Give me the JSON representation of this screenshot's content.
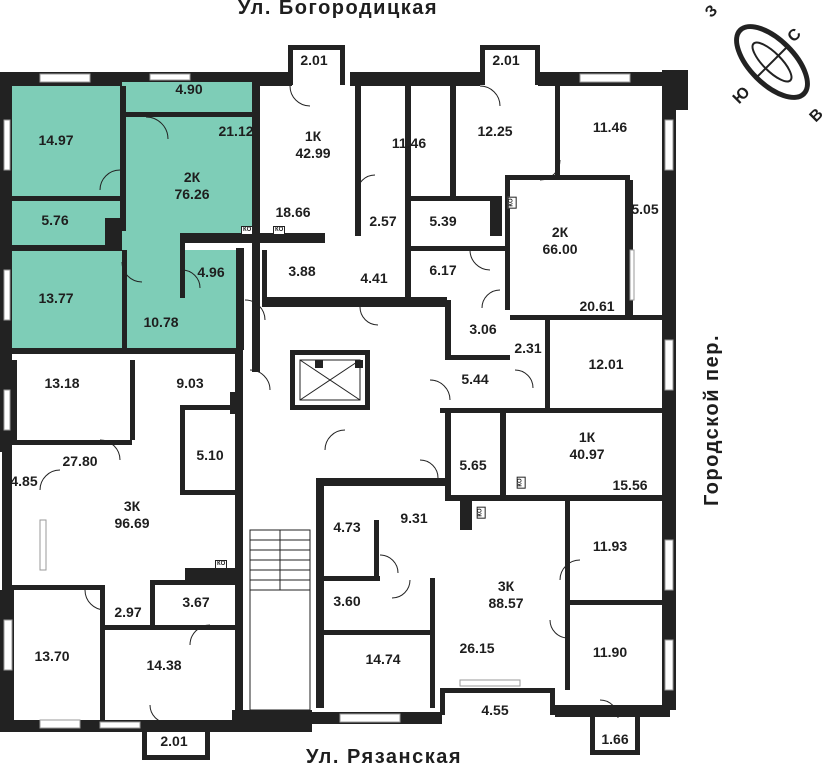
{
  "streets": {
    "north": "Ул. Богородицкая",
    "south": "Ул. Рязанская",
    "east": "Городской пер."
  },
  "compass": {
    "n": "С",
    "s": "Ю",
    "w": "З",
    "e": "В"
  },
  "apartments": [
    {
      "id": "apt-2k-76",
      "type": "2К",
      "area": "76.26",
      "highlighted": true
    },
    {
      "id": "apt-1k-42",
      "type": "1К",
      "area": "42.99",
      "highlighted": false
    },
    {
      "id": "apt-2k-66",
      "type": "2К",
      "area": "66.00",
      "highlighted": false
    },
    {
      "id": "apt-1k-40",
      "type": "1К",
      "area": "40.97",
      "highlighted": false
    },
    {
      "id": "apt-3k-96",
      "type": "3К",
      "area": "96.69",
      "highlighted": false
    },
    {
      "id": "apt-3k-88",
      "type": "3К",
      "area": "88.57",
      "highlighted": false
    }
  ],
  "rooms": [
    "2.01",
    "2.01",
    "4.90",
    "14.97",
    "21.12",
    "5.76",
    "13.77",
    "10.78",
    "4.96",
    "11.46",
    "12.25",
    "11.46",
    "18.66",
    "2.57",
    "5.39",
    "5.05",
    "3.88",
    "4.41",
    "6.17",
    "20.61",
    "3.06",
    "2.31",
    "12.01",
    "13.18",
    "9.03",
    "5.44",
    "5.10",
    "5.65",
    "27.80",
    "15.56",
    "4.85",
    "9.31",
    "4.73",
    "11.93",
    "2.97",
    "3.67",
    "3.60",
    "13.70",
    "14.38",
    "14.74",
    "26.15",
    "11.90",
    "4.55",
    "2.01",
    "1.66"
  ],
  "ko_marks": [
    "КО",
    "КО",
    "КО",
    "КО",
    "КО",
    "КО"
  ],
  "colors": {
    "highlight": "#7ecdb7",
    "wall": "#222222",
    "window": "#9a9a9a"
  }
}
